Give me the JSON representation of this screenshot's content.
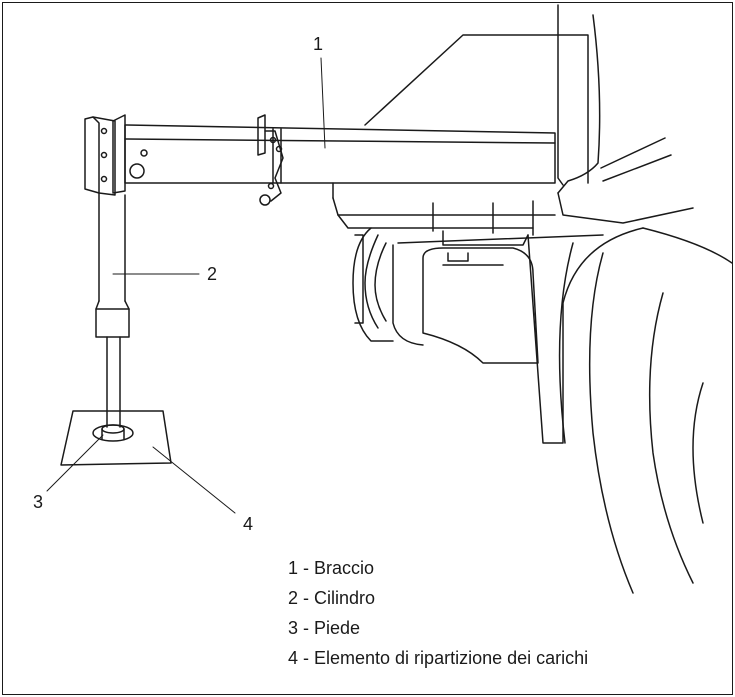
{
  "callouts": [
    {
      "id": "1",
      "text": "1"
    },
    {
      "id": "2",
      "text": "2"
    },
    {
      "id": "3",
      "text": "3"
    },
    {
      "id": "4",
      "text": "4"
    }
  ],
  "legend": [
    {
      "number": "1",
      "text": "1 - Braccio"
    },
    {
      "number": "2",
      "text": "2 - Cilindro"
    },
    {
      "number": "3",
      "text": "3 - Piede"
    },
    {
      "number": "4",
      "text": "4 - Elemento di ripartizione dei carichi"
    }
  ],
  "colors": {
    "line": "#1a1a1a",
    "background": "#ffffff"
  }
}
